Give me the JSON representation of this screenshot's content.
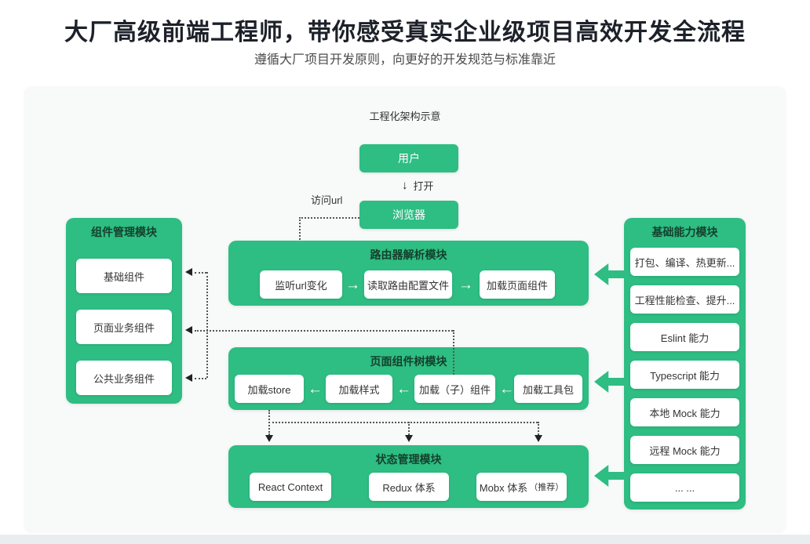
{
  "header": {
    "title": "大厂高级前端工程师，带你感受真实企业级项目高效开发全流程",
    "subtitle": "遵循大厂项目开发原则，向更好的开发规范与标准靠近"
  },
  "diagram": {
    "caption": "工程化架构示意",
    "nodes": {
      "user": "用户",
      "browser": "浏览器"
    },
    "labels": {
      "open": "打开",
      "open_arrow": "↓",
      "visit_url": "访问url"
    },
    "router_module": {
      "title": "路由器解析模块",
      "steps": [
        "监听url变化",
        "读取路由配置文件",
        "加载页面组件"
      ],
      "arrow": "→"
    },
    "tree_module": {
      "title": "页面组件树模块",
      "steps": [
        "加载store",
        "加载样式",
        "加载（子）组件",
        "加载工具包"
      ],
      "arrow": "←"
    },
    "state_module": {
      "title": "状态管理模块",
      "items": [
        "React Context",
        "Redux 体系",
        "Mobx 体系"
      ],
      "badge": "（推荐）"
    },
    "component_module": {
      "title": "组件管理模块",
      "items": [
        "基础组件",
        "页面业务组件",
        "公共业务组件"
      ]
    },
    "ability_module": {
      "title": "基础能力模块",
      "items": [
        "打包、编译、热更新...",
        "工程性能检查、提升...",
        "Eslint 能力",
        "Typescript 能力",
        "本地 Mock 能力",
        "远程 Mock 能力",
        "... ..."
      ]
    }
  },
  "colors": {
    "module_green": "#2ebd83",
    "card_bg": "#f7faf8",
    "title_text": "#1d2129",
    "subtitle_text": "#4b4b4b",
    "connector": "#555555"
  }
}
